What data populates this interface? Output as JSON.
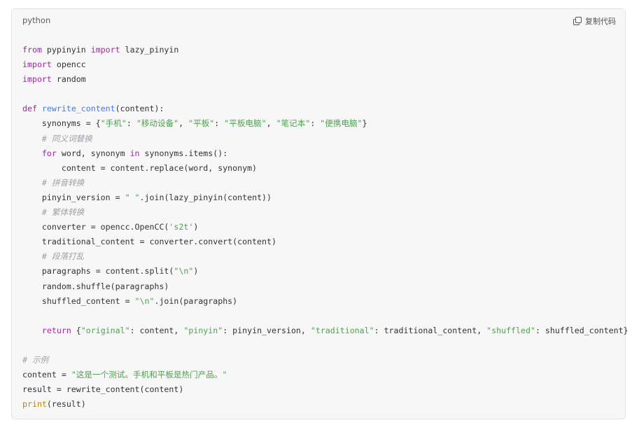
{
  "header": {
    "language": "python",
    "copy_label": "复制代码"
  },
  "code": {
    "lines": [
      [
        {
          "t": "from",
          "k": "keyword"
        },
        {
          "t": " pypinyin "
        },
        {
          "t": "import",
          "k": "keyword"
        },
        {
          "t": " lazy_pinyin"
        }
      ],
      [
        {
          "t": "import",
          "k": "keyword"
        },
        {
          "t": " opencc"
        }
      ],
      [
        {
          "t": "import",
          "k": "keyword"
        },
        {
          "t": " random"
        }
      ],
      [],
      [
        {
          "t": "def",
          "k": "keyword"
        },
        {
          "t": " "
        },
        {
          "t": "rewrite_content",
          "k": "funcname"
        },
        {
          "t": "(content):"
        }
      ],
      [
        {
          "t": "    synonyms = {"
        },
        {
          "t": "\"手机\"",
          "k": "string"
        },
        {
          "t": ": "
        },
        {
          "t": "\"移动设备\"",
          "k": "string"
        },
        {
          "t": ", "
        },
        {
          "t": "\"平板\"",
          "k": "string"
        },
        {
          "t": ": "
        },
        {
          "t": "\"平板电脑\"",
          "k": "string"
        },
        {
          "t": ", "
        },
        {
          "t": "\"笔记本\"",
          "k": "string"
        },
        {
          "t": ": "
        },
        {
          "t": "\"便携电脑\"",
          "k": "string"
        },
        {
          "t": "}"
        }
      ],
      [
        {
          "t": "    "
        },
        {
          "t": "# 同义词替换",
          "k": "comment"
        }
      ],
      [
        {
          "t": "    "
        },
        {
          "t": "for",
          "k": "keyword"
        },
        {
          "t": " word, synonym "
        },
        {
          "t": "in",
          "k": "keyword"
        },
        {
          "t": " synonyms.items():"
        }
      ],
      [
        {
          "t": "        content = content.replace(word, synonym)"
        }
      ],
      [
        {
          "t": "    "
        },
        {
          "t": "# 拼音转换",
          "k": "comment"
        }
      ],
      [
        {
          "t": "    pinyin_version = "
        },
        {
          "t": "\" \"",
          "k": "string"
        },
        {
          "t": ".join(lazy_pinyin(content))"
        }
      ],
      [
        {
          "t": "    "
        },
        {
          "t": "# 繁体转换",
          "k": "comment"
        }
      ],
      [
        {
          "t": "    converter = opencc.OpenCC("
        },
        {
          "t": "'s2t'",
          "k": "string"
        },
        {
          "t": ")"
        }
      ],
      [
        {
          "t": "    traditional_content = converter.convert(content)"
        }
      ],
      [
        {
          "t": "    "
        },
        {
          "t": "# 段落打乱",
          "k": "comment"
        }
      ],
      [
        {
          "t": "    paragraphs = content.split("
        },
        {
          "t": "\"\\n\"",
          "k": "string"
        },
        {
          "t": ")"
        }
      ],
      [
        {
          "t": "    random.shuffle(paragraphs)"
        }
      ],
      [
        {
          "t": "    shuffled_content = "
        },
        {
          "t": "\"\\n\"",
          "k": "string"
        },
        {
          "t": ".join(paragraphs)"
        }
      ],
      [],
      [
        {
          "t": "    "
        },
        {
          "t": "return",
          "k": "keyword"
        },
        {
          "t": " {"
        },
        {
          "t": "\"original\"",
          "k": "string"
        },
        {
          "t": ": content, "
        },
        {
          "t": "\"pinyin\"",
          "k": "string"
        },
        {
          "t": ": pinyin_version, "
        },
        {
          "t": "\"traditional\"",
          "k": "string"
        },
        {
          "t": ": traditional_content, "
        },
        {
          "t": "\"shuffled\"",
          "k": "string"
        },
        {
          "t": ": shuffled_content}"
        }
      ],
      [],
      [
        {
          "t": "# 示例",
          "k": "comment"
        }
      ],
      [
        {
          "t": "content = "
        },
        {
          "t": "\"这是一个测试。手机和平板是热门产品。\"",
          "k": "string"
        }
      ],
      [
        {
          "t": "result = rewrite_content(content)"
        }
      ],
      [
        {
          "t": "print",
          "k": "builtin"
        },
        {
          "t": "(result)"
        }
      ]
    ]
  },
  "colors": {
    "keyword": "#a626a4",
    "function_name": "#4078f2",
    "string": "#50a14f",
    "comment": "#a0a1a7",
    "builtin": "#c18401",
    "background": "#f7f7f8"
  },
  "icons": {
    "copy": "copy-icon"
  }
}
